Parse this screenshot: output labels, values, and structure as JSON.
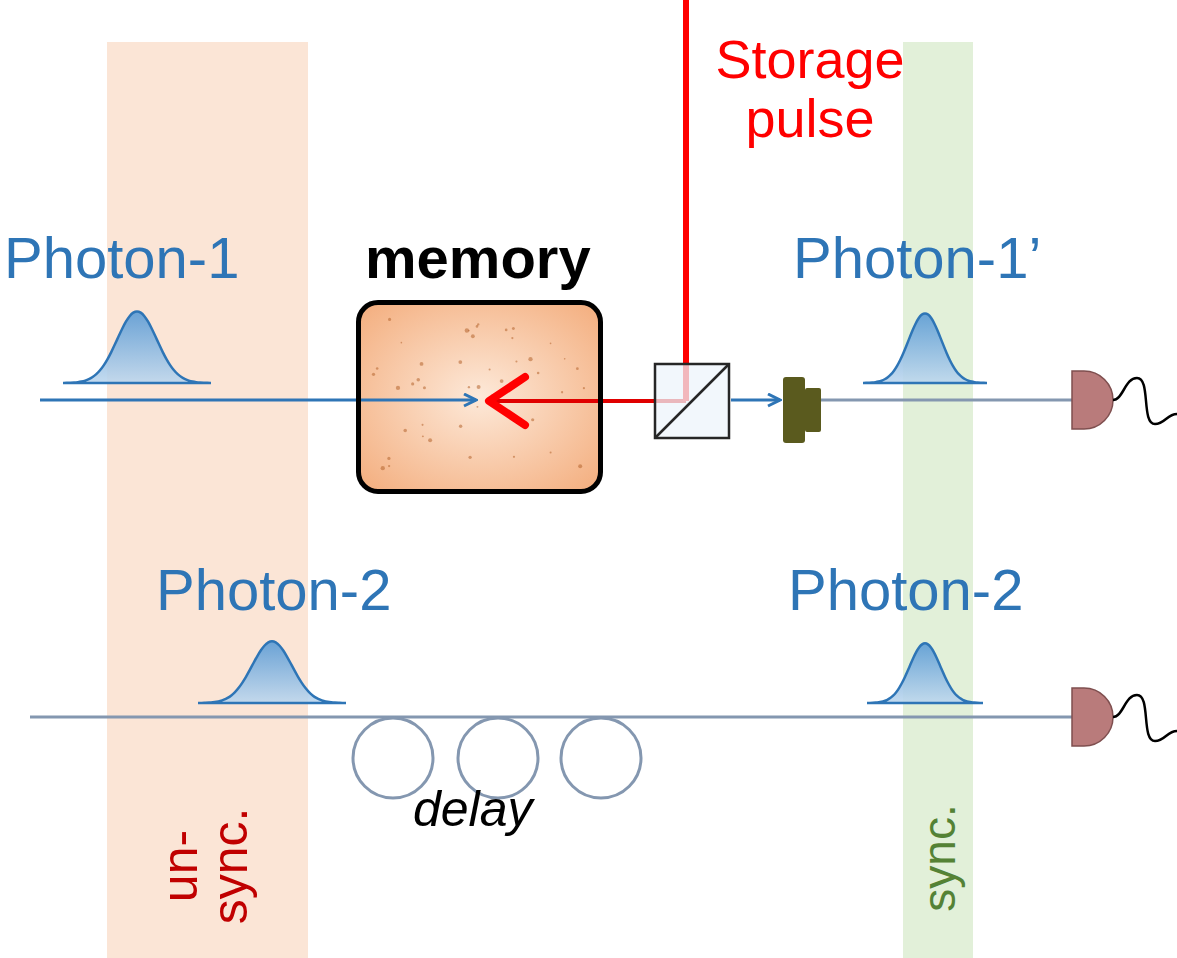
{
  "diagram": {
    "nodes": [
      {
        "text": [
          "un-sync."
        ]
      },
      {
        "text": [
          "memory"
        ]
      },
      {
        "text": [
          "sync."
        ]
      }
    ],
    "labels": [
      "Photon-1",
      "Storage pulse",
      "Photon-1’",
      "Photon-2",
      "Photon-2",
      "delay"
    ]
  }
}
